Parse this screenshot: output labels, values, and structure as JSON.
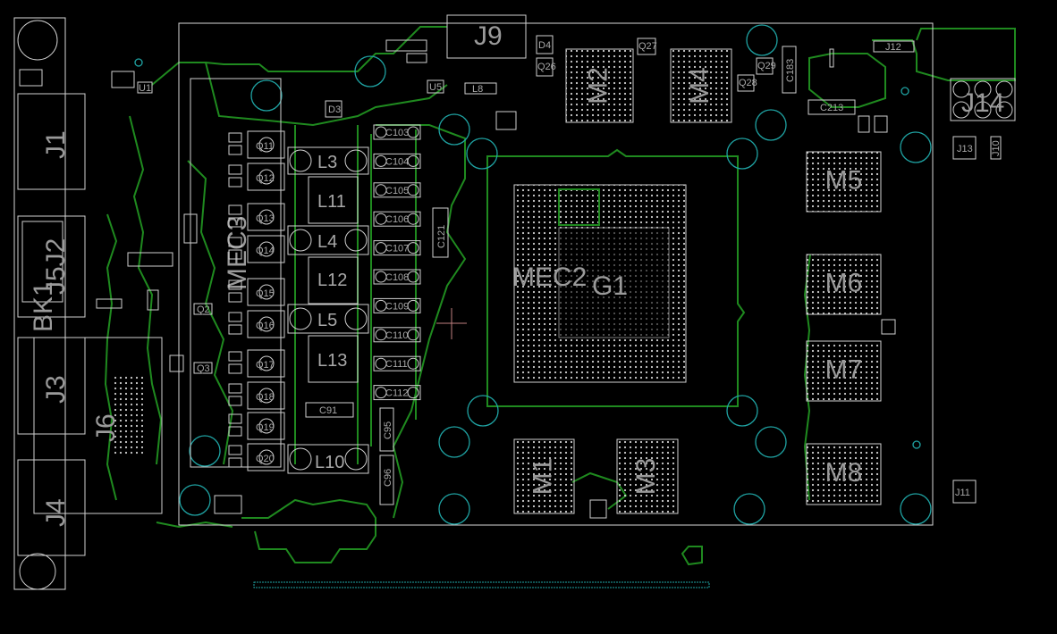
{
  "board": {
    "connectors": {
      "j1": "J1",
      "j2_j5": "J5J2",
      "bk1": "BK1",
      "j3": "J3",
      "j4": "J4",
      "j6": "J6",
      "j9": "J9",
      "j14": "J14",
      "j11": "J11",
      "j13": "J13",
      "j10": "J10",
      "j12": "J12"
    },
    "gpu": {
      "label1": "MEC2",
      "label2": "G1"
    },
    "memory": [
      "M1",
      "M2",
      "M3",
      "M4",
      "M5",
      "M6",
      "M7",
      "M8"
    ],
    "vrm_label": "MEC3",
    "mosfets": [
      "Q11",
      "Q12",
      "Q13",
      "Q14",
      "Q15",
      "Q16",
      "Q17",
      "Q18",
      "Q19",
      "Q20"
    ],
    "inductors": {
      "l3": "L3",
      "l11": "L11",
      "l4": "L4",
      "l12": "L12",
      "l5": "L5",
      "l13": "L13",
      "l10": "L10"
    },
    "capacitors": [
      "C103",
      "C104",
      "C105",
      "C106",
      "C107",
      "C108",
      "C109",
      "C110",
      "C111",
      "C112"
    ],
    "misc_caps": {
      "c91": "C91",
      "c95": "C95",
      "c96": "C96",
      "c121": "C121",
      "c183": "C183",
      "c213": "C213"
    },
    "small_parts": {
      "d3": "D3",
      "d4": "D4",
      "u5": "U5",
      "q26": "Q26",
      "q27": "Q27",
      "q28": "Q28",
      "q29": "Q29",
      "q2": "Q2",
      "q3": "Q3",
      "u1": "U1",
      "l8": "L8"
    }
  }
}
